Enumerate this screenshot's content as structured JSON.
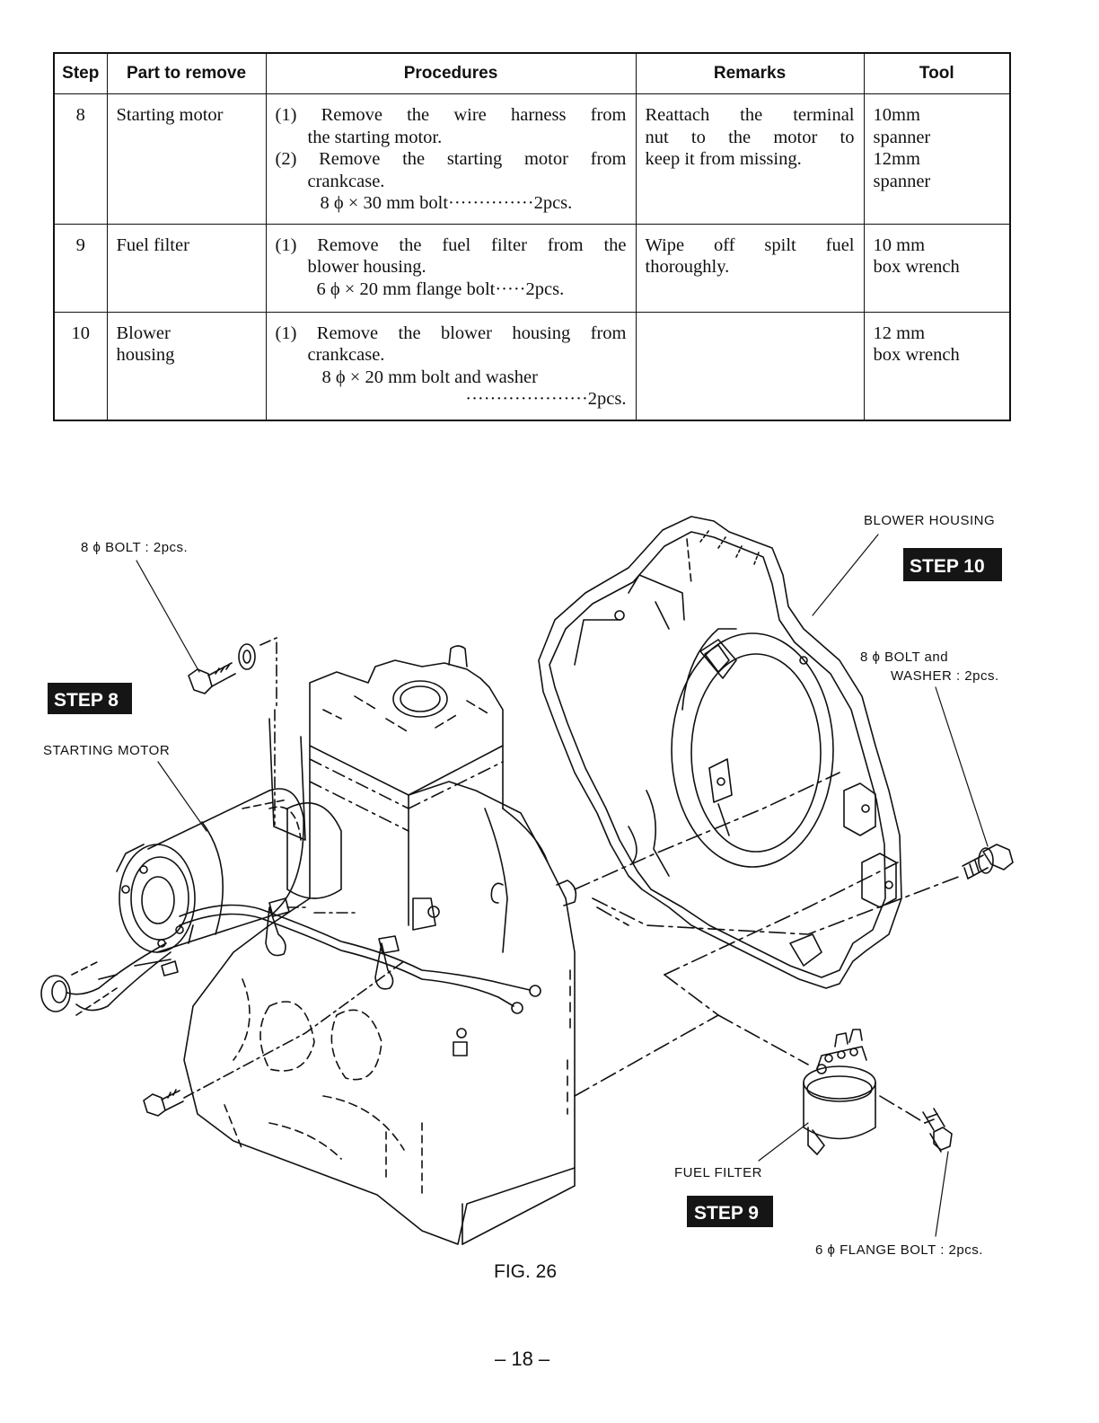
{
  "table": {
    "headers": [
      "Step",
      "Part to remove",
      "Procedures",
      "Remarks",
      "Tool"
    ],
    "rows": [
      {
        "step": "8",
        "part": "Starting motor",
        "procedures": [
          "(1) Remove the wire harness from",
          "the starting motor.",
          "(2) Remove the starting motor from",
          "crankcase.",
          "8 ϕ × 30 mm bolt··············2pcs."
        ],
        "remarks": [
          "Reattach the terminal",
          "nut to the motor to",
          "keep it from missing."
        ],
        "tool": [
          "10mm",
          "spanner",
          "12mm",
          "spanner"
        ]
      },
      {
        "step": "9",
        "part": "Fuel filter",
        "procedures": [
          "(1) Remove the fuel filter from the",
          "blower housing.",
          "6 ϕ × 20 mm flange bolt·····2pcs."
        ],
        "remarks": [
          "Wipe off spilt fuel",
          "thoroughly."
        ],
        "tool": [
          "10 mm",
          "box wrench"
        ]
      },
      {
        "step": "10",
        "part": "Blower housing",
        "part_lines": [
          "Blower",
          "housing"
        ],
        "procedures": [
          "(1) Remove the blower housing from",
          "crankcase.",
          "8 ϕ × 20 mm bolt and washer",
          "····················2pcs."
        ],
        "remarks": [],
        "tool": [
          "12 mm",
          "box wrench"
        ]
      }
    ]
  },
  "figure": {
    "labels": {
      "bolt_8": "8 ϕ BOLT : 2pcs.",
      "starting_motor": "STARTING MOTOR",
      "blower_housing": "BLOWER HOUSING",
      "bolt_washer_1": "8 ϕ BOLT and",
      "bolt_washer_2": "WASHER : 2pcs.",
      "fuel_filter": "FUEL FILTER",
      "flange_bolt": "6 ϕ FLANGE BOLT : 2pcs."
    },
    "badges": {
      "step8": "STEP 8",
      "step9": "STEP 9",
      "step10": "STEP 10"
    },
    "caption": "FIG. 26"
  },
  "page_number": "– 18 –",
  "colors": {
    "ink": "#111111",
    "badge_bg": "#151515",
    "paper": "#ffffff"
  }
}
